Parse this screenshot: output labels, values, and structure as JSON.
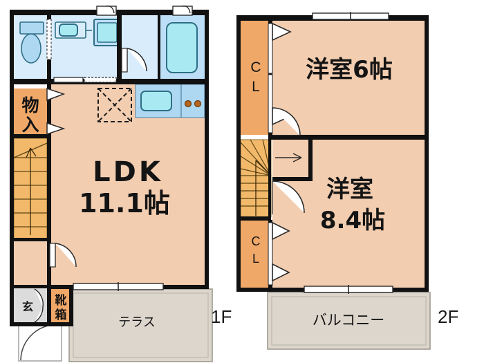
{
  "plan": {
    "title_1f": "1F",
    "title_2f": "2F",
    "palette": {
      "wall": "#111111",
      "room_floor": "#f2cdb0",
      "closet": "#f0a868",
      "stair": "#f2b96b",
      "water_area": "#d9ecfb",
      "water_fixture": "#aed8f2",
      "fixture_inner": "#a8e9f2",
      "terrace": "#dcd6cd",
      "balcony": "#dcd6cd",
      "entry_floor": "#dcdcdc",
      "door_swing": "#ffffff",
      "text": "#141414"
    },
    "floor1": {
      "rooms": [
        {
          "key": "ldk",
          "label_line1": "LDK",
          "label_line2": "11.1帖"
        },
        {
          "key": "storage",
          "label": "物入"
        },
        {
          "key": "shoebox",
          "label": "靴箱"
        },
        {
          "key": "genkan",
          "label": "玄"
        },
        {
          "key": "terrace",
          "label": "テラス"
        }
      ],
      "fixtures": [
        {
          "name": "toilet"
        },
        {
          "name": "sink-basin"
        },
        {
          "name": "washing-machine-pan"
        },
        {
          "name": "bathtub"
        },
        {
          "name": "kitchen-sink"
        },
        {
          "name": "gas-stove-2burner"
        },
        {
          "name": "refrigerator-space"
        },
        {
          "name": "staircase-up"
        }
      ]
    },
    "floor2": {
      "rooms": [
        {
          "key": "bedroom1",
          "label_line1": "洋室",
          "label_line2": "6帖",
          "label_inline": "洋室6帖"
        },
        {
          "key": "bedroom2",
          "label_line1": "洋室",
          "label_line2": "8.4帖"
        },
        {
          "key": "closet_top",
          "label_line1": "C",
          "label_line2": "L"
        },
        {
          "key": "closet_bottom",
          "label_line1": "C",
          "label_line2": "L"
        },
        {
          "key": "balcony",
          "label": "バルコニー"
        }
      ],
      "fixtures": [
        {
          "name": "staircase-down-winder"
        },
        {
          "name": "hall-landing"
        }
      ]
    }
  }
}
